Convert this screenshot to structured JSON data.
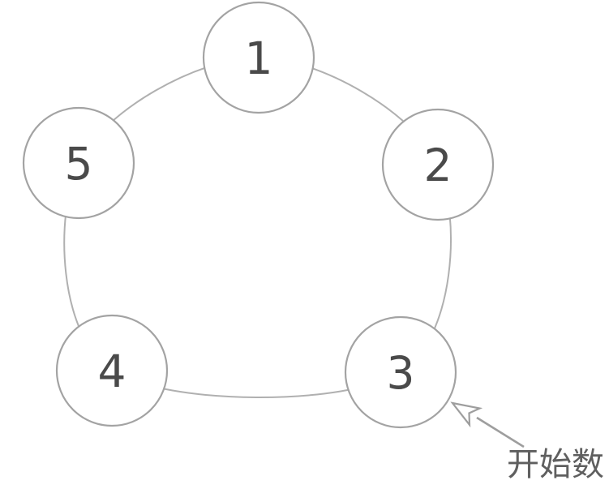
{
  "diagram": {
    "type": "number-circle",
    "node_count": 5
  },
  "nodes": [
    {
      "id": "node-1",
      "label": "1"
    },
    {
      "id": "node-2",
      "label": "2"
    },
    {
      "id": "node-3",
      "label": "3"
    },
    {
      "id": "node-4",
      "label": "4"
    },
    {
      "id": "node-5",
      "label": "5"
    }
  ],
  "annotation": {
    "label": "开始数",
    "points_to_node": "3"
  },
  "colors": {
    "background": "#ffffff",
    "ring": "#b0b0b0",
    "node_border": "#a3a3a3",
    "node_fill": "#ffffff",
    "number": "#4a4a4a",
    "arrow": "#9e9e9e",
    "annotation_text": "#5f5f5f"
  }
}
